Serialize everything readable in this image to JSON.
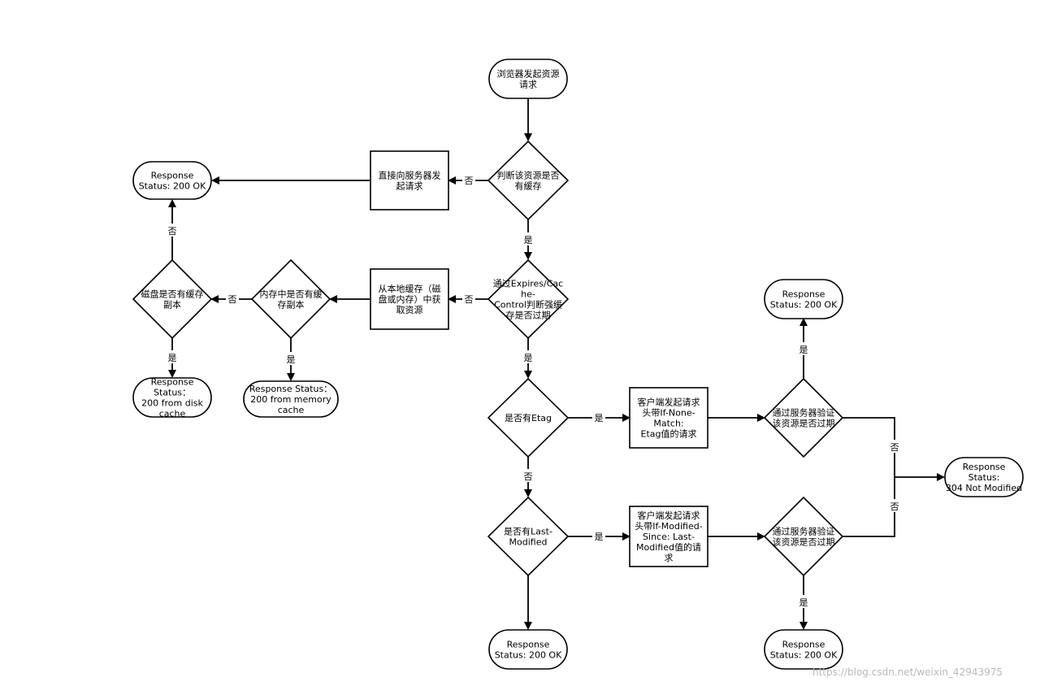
{
  "nodes": {
    "start": [
      "浏览器发起资源",
      "请求"
    ],
    "has_cache": [
      "判断该资源是否",
      "有缓存"
    ],
    "direct_request": [
      "直接向服务器发",
      "起请求"
    ],
    "resp_200_top_left": [
      "Response",
      "Status: 200 OK"
    ],
    "expires_check": [
      "通过Expires/Cac",
      "he-",
      "Control判断强缓",
      "存是否过期"
    ],
    "local_cache": [
      "从本地缓存（磁",
      "盘或内存）中获",
      "取资源"
    ],
    "memory_check": [
      "内存中是否有缓",
      "存副本"
    ],
    "disk_check": [
      "磁盘是否有缓存",
      "副本"
    ],
    "resp_disk": [
      "Response",
      "Status：",
      "200 from disk",
      "cache"
    ],
    "resp_memory": [
      "Response Status：",
      "200 from memory",
      "cache"
    ],
    "has_etag": [
      "是否有Etag"
    ],
    "etag_request": [
      "客户端发起请求",
      "头带If-None-",
      "Match:",
      "Etag值的请求"
    ],
    "server_verify_1": [
      "通过服务器验证",
      "该资源是否过期"
    ],
    "resp_200_right_top": [
      "Response",
      "Status: 200 OK"
    ],
    "resp_304": [
      "Response",
      "Status:",
      "304 Not Modified"
    ],
    "has_last_modified": [
      "是否有Last-",
      "Modified"
    ],
    "lm_request": [
      "客户端发起请求",
      "头带If-Modified-",
      "Since: Last-",
      "Modified值的请",
      "求"
    ],
    "server_verify_2": [
      "通过服务器验证",
      "该资源是否过期"
    ],
    "resp_200_bottom_mid": [
      "Response",
      "Status: 200 OK"
    ],
    "resp_200_bottom_right": [
      "Response",
      "Status: 200 OK"
    ]
  },
  "edge_labels": {
    "yes": "是",
    "no": "否"
  },
  "watermark": "https://blog.csdn.net/weixin_42943975"
}
